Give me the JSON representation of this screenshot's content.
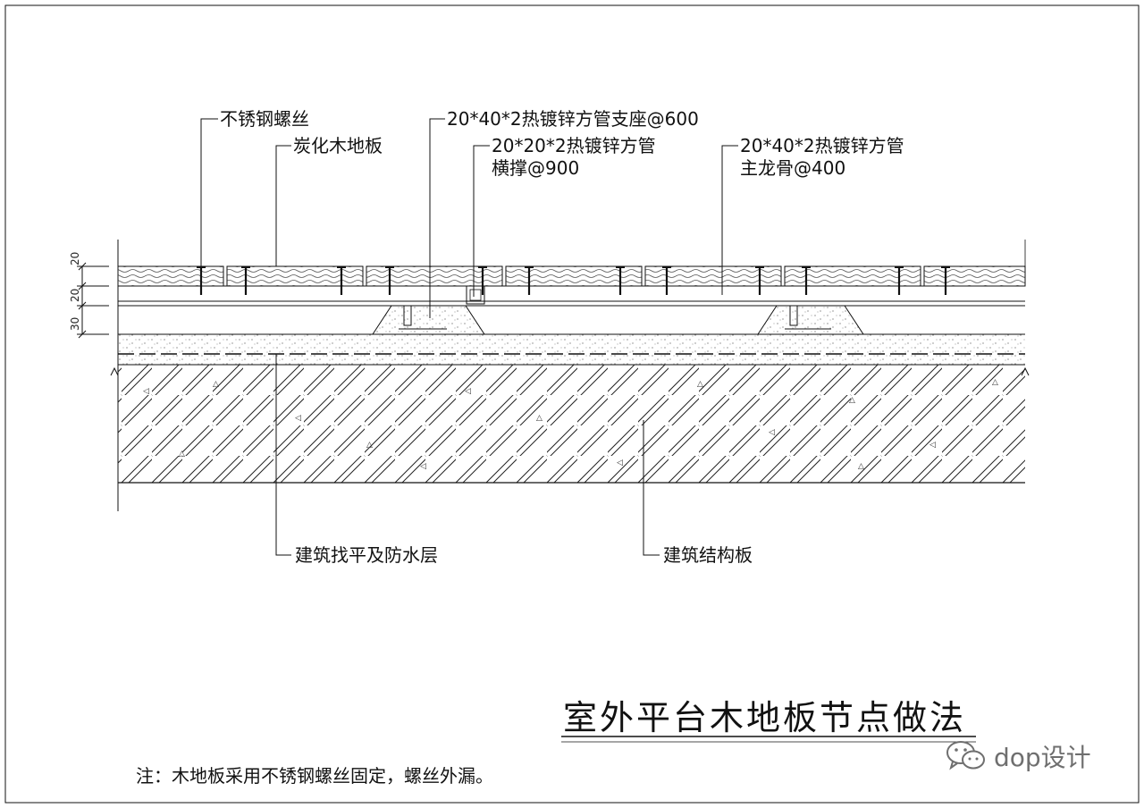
{
  "labels": {
    "stainless_screw": "不锈钢螺丝",
    "carbonized_floor": "炭化木地板",
    "support_seat": "20*40*2热镀锌方管支座@600",
    "cross_brace_line1": "20*20*2热镀锌方管",
    "cross_brace_line2": "横撑@900",
    "main_keel_line1": "20*40*2热镀锌方管",
    "main_keel_line2": "主龙骨@400",
    "leveling_waterproof": "建筑找平及防水层",
    "structural_slab": "建筑结构板"
  },
  "dimensions": [
    "20",
    "20",
    "30"
  ],
  "title": "室外平台木地板节点做法",
  "note": "注：木地板采用不锈钢螺丝固定，螺丝外漏。",
  "watermark": {
    "text": "dop设计",
    "icon": "wechat-icon"
  },
  "colors": {
    "line": "#111111",
    "watermark": "#6f6f6f"
  }
}
